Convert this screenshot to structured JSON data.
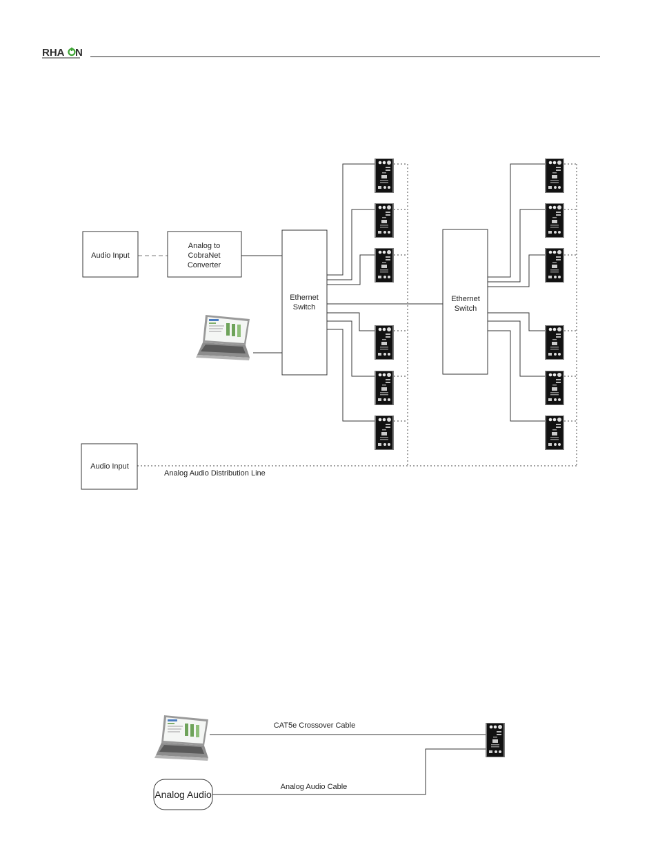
{
  "header": {
    "logo_text_left": "RHA",
    "logo_text_right": "N",
    "logo_colors": {
      "text": "#2d2d2d",
      "accent": "#3fa535"
    }
  },
  "diagram1": {
    "audio_input_top": "Audio Input",
    "converter_lines": [
      "Analog to",
      "CobraNet",
      "Converter"
    ],
    "switch_left_lines": [
      "Ethernet",
      "Switch"
    ],
    "switch_right_lines": [
      "Ethernet",
      "Switch"
    ],
    "audio_input_bottom": "Audio Input",
    "distribution_line_label": "Analog Audio Distribution Line"
  },
  "diagram2": {
    "crossover_label": "CAT5e Crossover Cable",
    "analog_cable_label": "Analog Audio Cable",
    "analog_audio_label": "Analog Audio"
  },
  "icons": {
    "amp_module": "amplifier-module-icon",
    "laptop": "laptop-icon"
  }
}
